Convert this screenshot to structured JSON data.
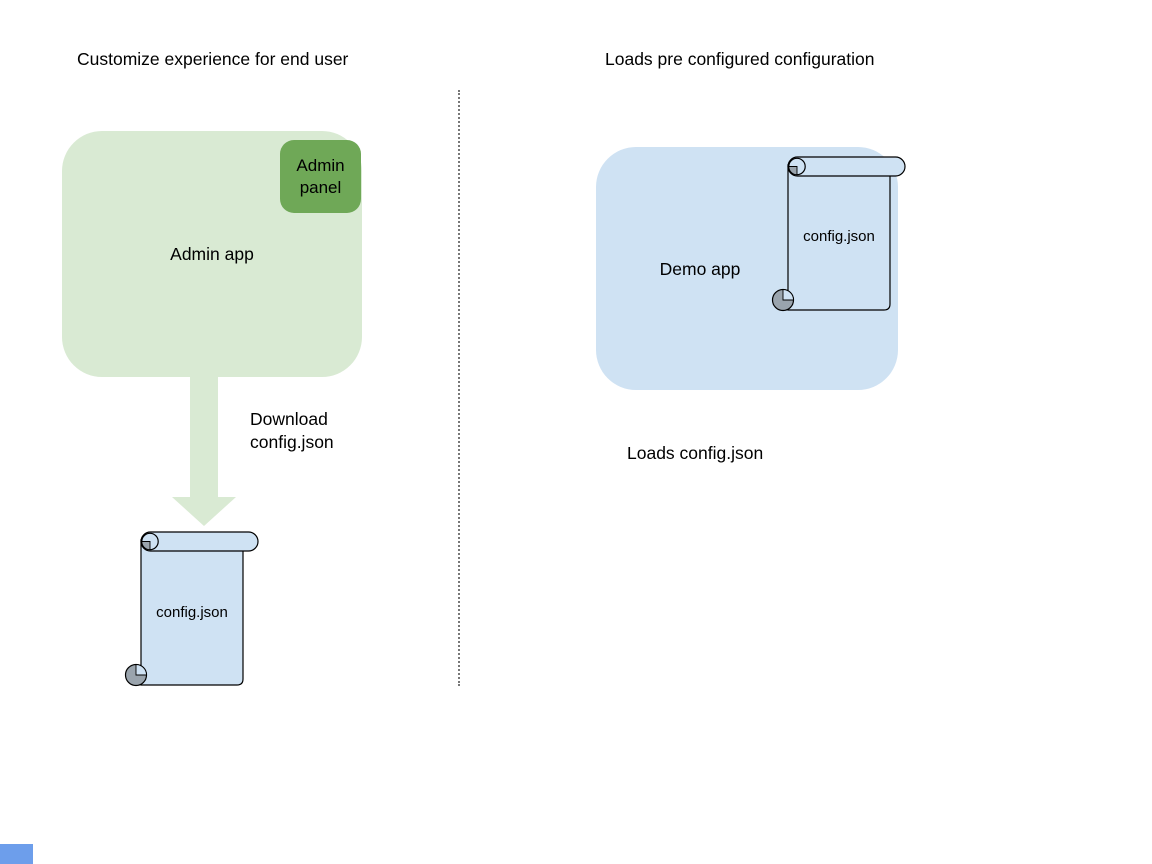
{
  "colors": {
    "light_green": "#d9ead3",
    "green": "#6fa857",
    "light_blue": "#cfe2f3",
    "curl_gray": "#9aa4ad",
    "outline": "#000000",
    "divider_gray": "#777777",
    "corner_blue": "#6d9eeb",
    "text": "#000000"
  },
  "left": {
    "title": "Customize experience for end user",
    "admin_app_label": "Admin app",
    "admin_panel_label": "Admin panel",
    "arrow_label_line1": "Download",
    "arrow_label_line2": "config.json",
    "config_file_label": "config.json"
  },
  "right": {
    "title": "Loads pre configured configuration",
    "demo_app_label": "Demo app",
    "config_file_label": "config.json",
    "caption": "Loads config.json"
  }
}
